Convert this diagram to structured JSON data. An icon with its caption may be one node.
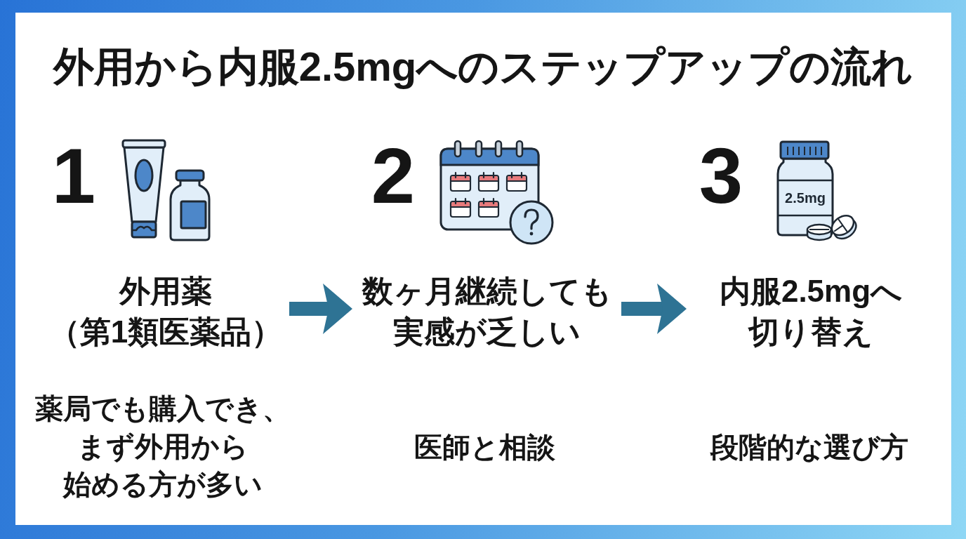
{
  "diagram": {
    "title": "外用から内服2.5mgへのステップアップの流れ",
    "nodes": [
      {
        "text": [
          "外用薬（第1類医薬品）"
        ],
        "beside": [
          "1",
          "薬局でも購入でき、まず外用から始める方が多い"
        ]
      },
      {
        "text": [
          "数ヶ月継続しても実感が乏しい"
        ],
        "beside": [
          "2",
          "医師と相談"
        ]
      },
      {
        "text": [
          "内服2.5mgへ切り替え"
        ],
        "beside": [
          "3",
          "段階的な選び方"
        ]
      }
    ],
    "edges": [
      {
        "from": 0,
        "to": 1,
        "arrow": "to"
      },
      {
        "from": 1,
        "to": 2,
        "arrow": "to"
      }
    ],
    "labels": [
      "2.5mg"
    ]
  }
}
